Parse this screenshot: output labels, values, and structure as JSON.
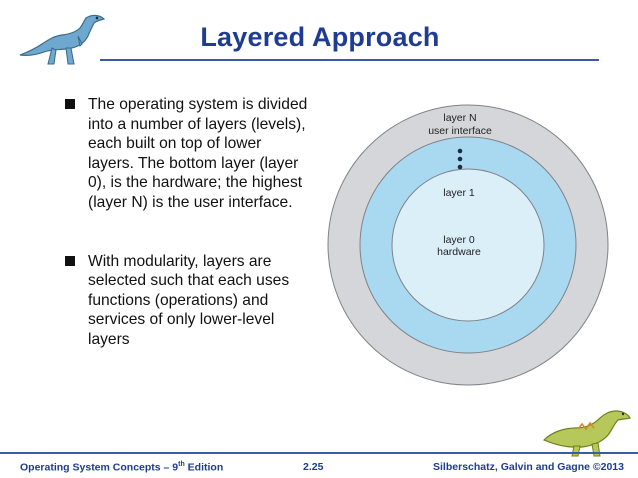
{
  "slide": {
    "title": "Layered Approach",
    "bullets": [
      "The operating system is divided into a number of layers (levels), each built on top of lower layers. The bottom layer (layer 0), is the hardware; the highest (layer N) is the user interface.",
      "With modularity, layers are selected such that each uses functions (operations) and services of only lower-level layers"
    ]
  },
  "diagram": {
    "layer_n_line1": "layer N",
    "layer_n_line2": "user interface",
    "dots": "•\n•\n•",
    "layer_1": "layer 1",
    "layer_0_line1": "layer 0",
    "layer_0_line2": "hardware",
    "colors": {
      "outer_ring": "#d4d6d9",
      "middle_ring": "#a9d9f1",
      "inner_disc": "#dbeff9",
      "stroke": "#7f8287",
      "label": "#222222"
    }
  },
  "footer": {
    "book_prefix": "Operating System Concepts – 9",
    "book_sup": "th",
    "book_suffix": " Edition",
    "page": "2.25",
    "copyright": "Silberschatz, Galvin and Gagne ©2013"
  },
  "decor": {
    "logo_top": "dinosaur-icon",
    "logo_bottom": "dinosaur-icon"
  }
}
